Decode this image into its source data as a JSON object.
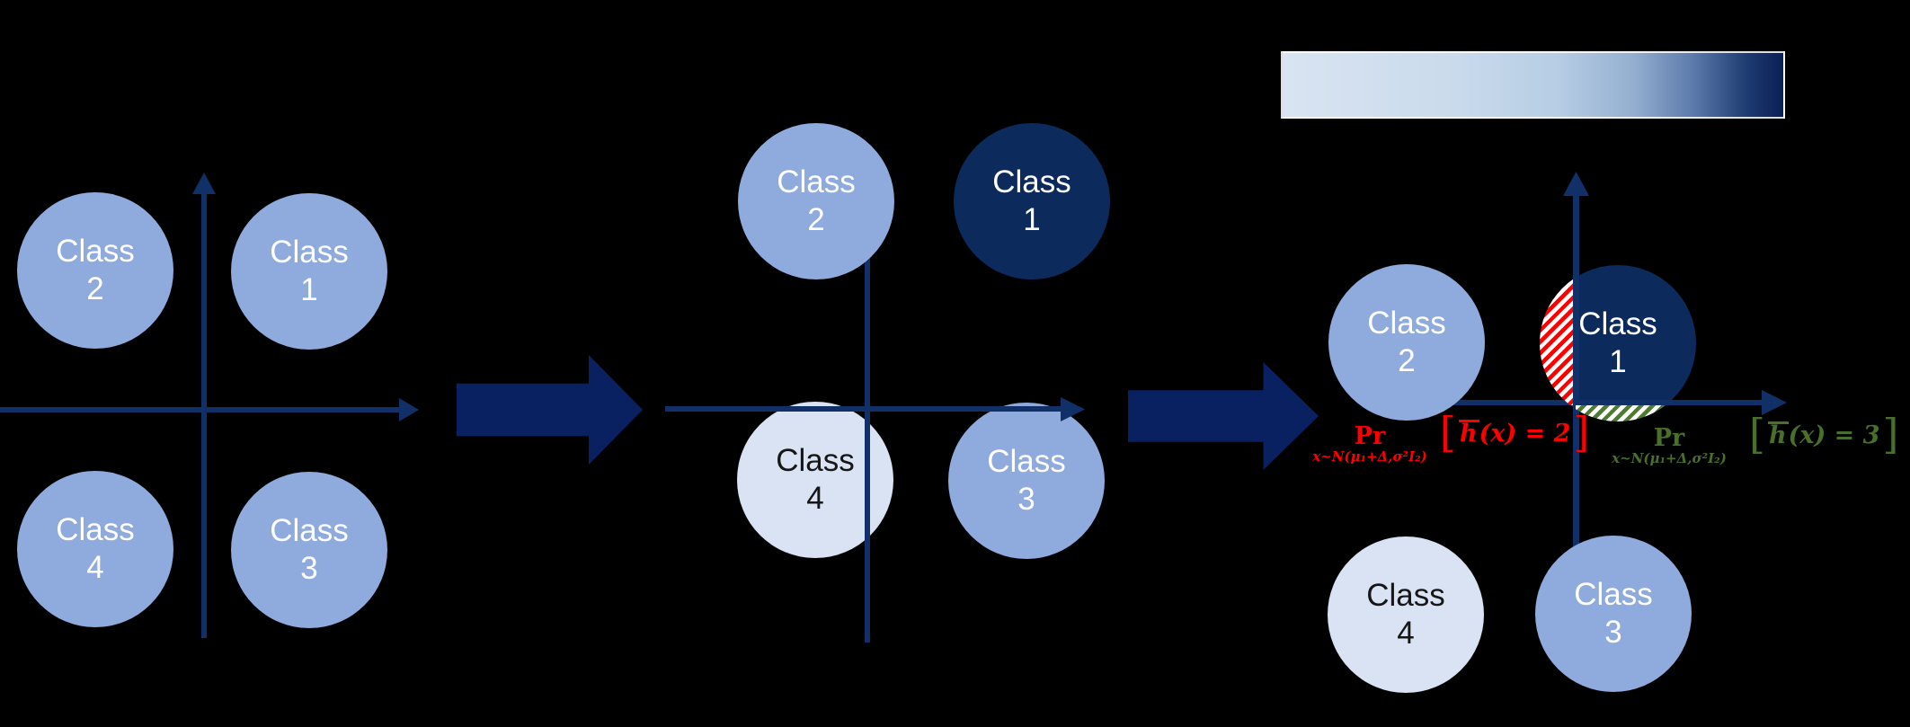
{
  "figure": {
    "background": "#000000",
    "colors": {
      "light_circle": "#8FAADC",
      "pale_circle": "#DAE3F3",
      "navy_circle": "#0D2A5C",
      "axis_line": "#123068",
      "transform_arrow": "#0A2161",
      "hatch_red": "#FF0000",
      "hatch_green": "#4E7B2F",
      "annotation_red": "#FF0000",
      "annotation_green": "#48702B",
      "colorbar_start": "#D9E4F2",
      "colorbar_end": "#0A1F55"
    }
  },
  "panels": [
    {
      "id": "left-quadrant-plot",
      "circles": [
        {
          "line1": "Class",
          "line2": "2",
          "tone": "light"
        },
        {
          "line1": "Class",
          "line2": "1",
          "tone": "light"
        },
        {
          "line1": "Class",
          "line2": "4",
          "tone": "light"
        },
        {
          "line1": "Class",
          "line2": "3",
          "tone": "light"
        }
      ]
    },
    {
      "id": "middle-quadrant-plot",
      "circles": [
        {
          "line1": "Class",
          "line2": "2",
          "tone": "light"
        },
        {
          "line1": "Class",
          "line2": "1",
          "tone": "navy"
        },
        {
          "line1": "Class",
          "line2": "4",
          "tone": "pale"
        },
        {
          "line1": "Class",
          "line2": "3",
          "tone": "light"
        }
      ]
    },
    {
      "id": "right-quadrant-plot",
      "circles": [
        {
          "line1": "Class",
          "line2": "2",
          "tone": "light"
        },
        {
          "line1": "Class",
          "line2": "1",
          "tone": "navy"
        },
        {
          "line1": "Class",
          "line2": "4",
          "tone": "pale"
        },
        {
          "line1": "Class",
          "line2": "3",
          "tone": "light"
        }
      ]
    }
  ],
  "annotations": {
    "red": {
      "pr": "Pr",
      "subscript": "x~N(μ₁+Δ,σ²I₂)",
      "open_bracket": "[",
      "h": "h",
      "tail": "(x) = 2",
      "close_bracket": "]"
    },
    "green": {
      "pr": "Pr",
      "subscript": "x~N(μ₁+Δ,σ²I₂)",
      "open_bracket": "[",
      "h": "h",
      "tail": "(x) = 3",
      "close_bracket": "]"
    }
  }
}
